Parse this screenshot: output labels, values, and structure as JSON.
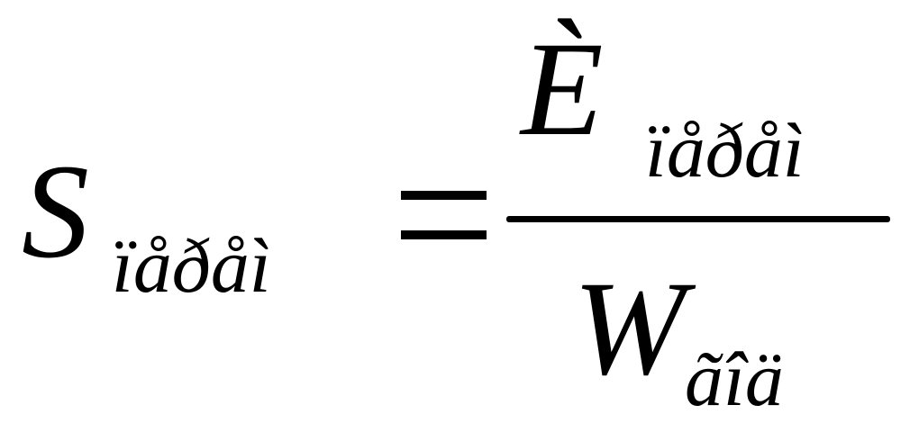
{
  "lhs": {
    "symbol": "S",
    "subscript": "ïåðåì"
  },
  "operator": "=",
  "numerator": {
    "symbol": "È",
    "subscript": "ïåðåì"
  },
  "denominator": {
    "symbol": "W",
    "subscript": "ãîä"
  }
}
